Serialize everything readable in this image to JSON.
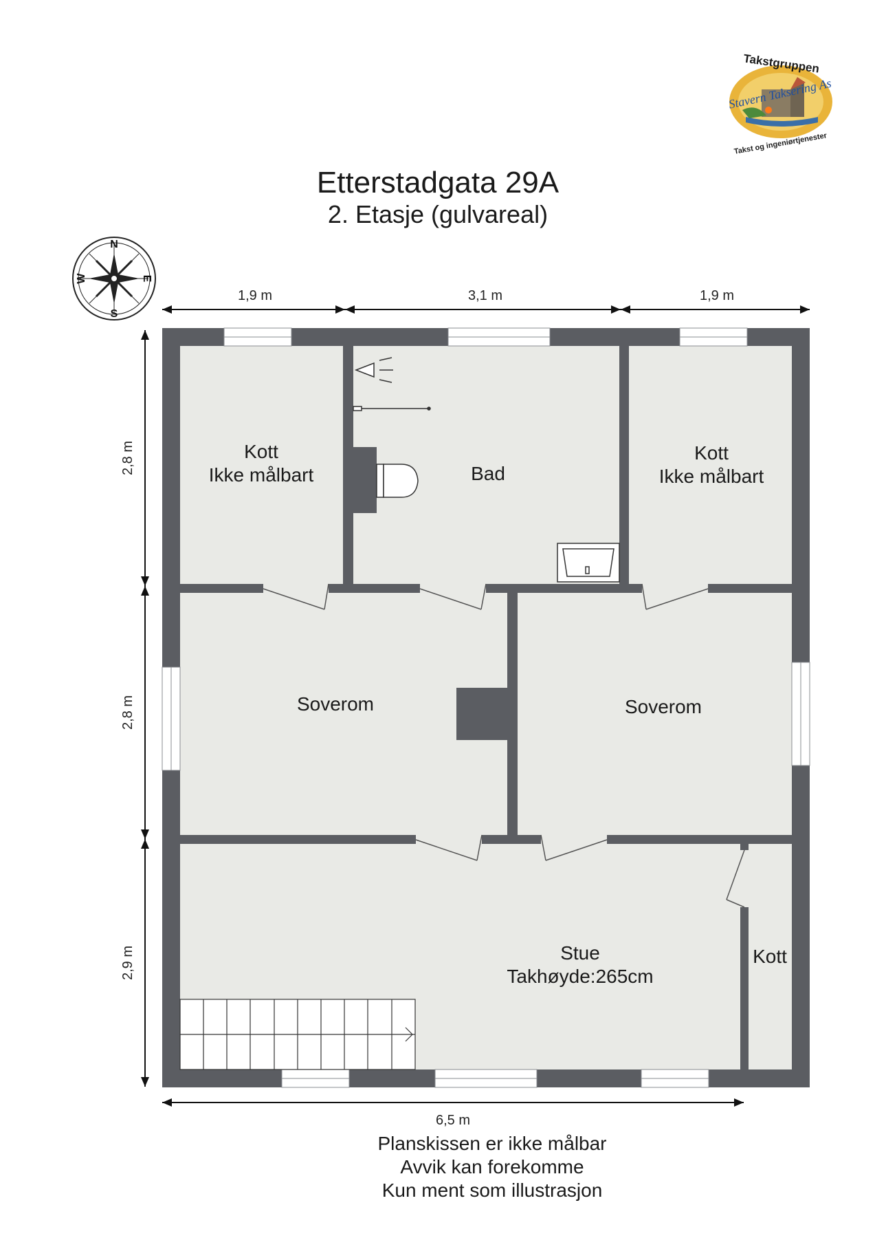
{
  "header": {
    "title": "Etterstadgata 29A",
    "subtitle": "2. Etasje (gulvareal)"
  },
  "logo": {
    "top_text": "Takstgruppen",
    "middle_text": "Stavern Taksering As",
    "bottom_text": "Takst og ingeniørtjenester",
    "accent_color": "#e9b43a"
  },
  "compass": {
    "n": "N",
    "e": "E",
    "s": "S",
    "w": "W"
  },
  "dimensions": {
    "top": [
      "1,9 m",
      "3,1 m",
      "1,9 m"
    ],
    "left": [
      "2,8 m",
      "2,8 m",
      "2,9 m"
    ],
    "bottom": "6,5 m"
  },
  "rooms": {
    "kott_left": [
      "Kott",
      "Ikke målbart"
    ],
    "bad": "Bad",
    "kott_right": [
      "Kott",
      "Ikke målbart"
    ],
    "soverom_left": "Soverom",
    "soverom_right": "Soverom",
    "stue": [
      "Stue",
      "Takhøyde:265cm"
    ],
    "kott_small": "Kott"
  },
  "notes": [
    "Planskissen er ikke målbar",
    "Avvik kan forekomme",
    "Kun ment som illustrasjon"
  ],
  "colors": {
    "wall": "#5b5d62",
    "floor": "#e9eae6",
    "window": "#ffffff"
  }
}
